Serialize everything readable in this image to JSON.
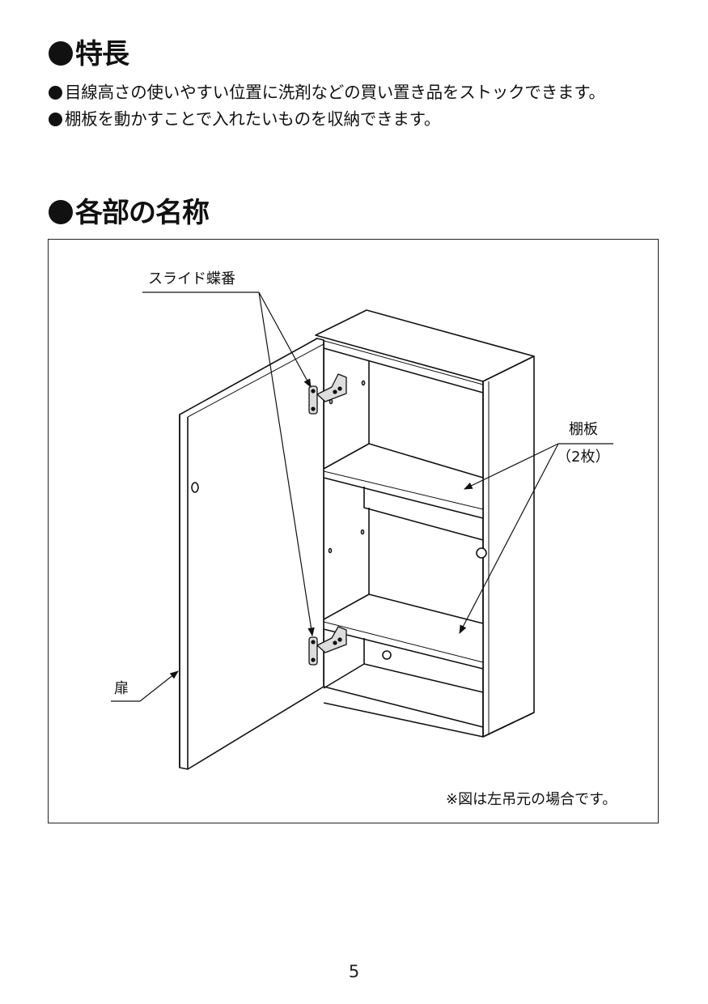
{
  "sections": {
    "features": {
      "title": "特長",
      "bullets": [
        "目線高さの使いやすい位置に洗剤などの買い置き品をストックできます。",
        "棚板を動かすことで入れたいものを収納できます。"
      ]
    },
    "parts": {
      "title": "各部の名称",
      "labels": {
        "hinge": "スライド蝶番",
        "shelf": "棚板",
        "shelf_count": "（2枚）",
        "door": "扉"
      },
      "note": "※図は左吊元の場合です。"
    }
  },
  "page_number": "5"
}
